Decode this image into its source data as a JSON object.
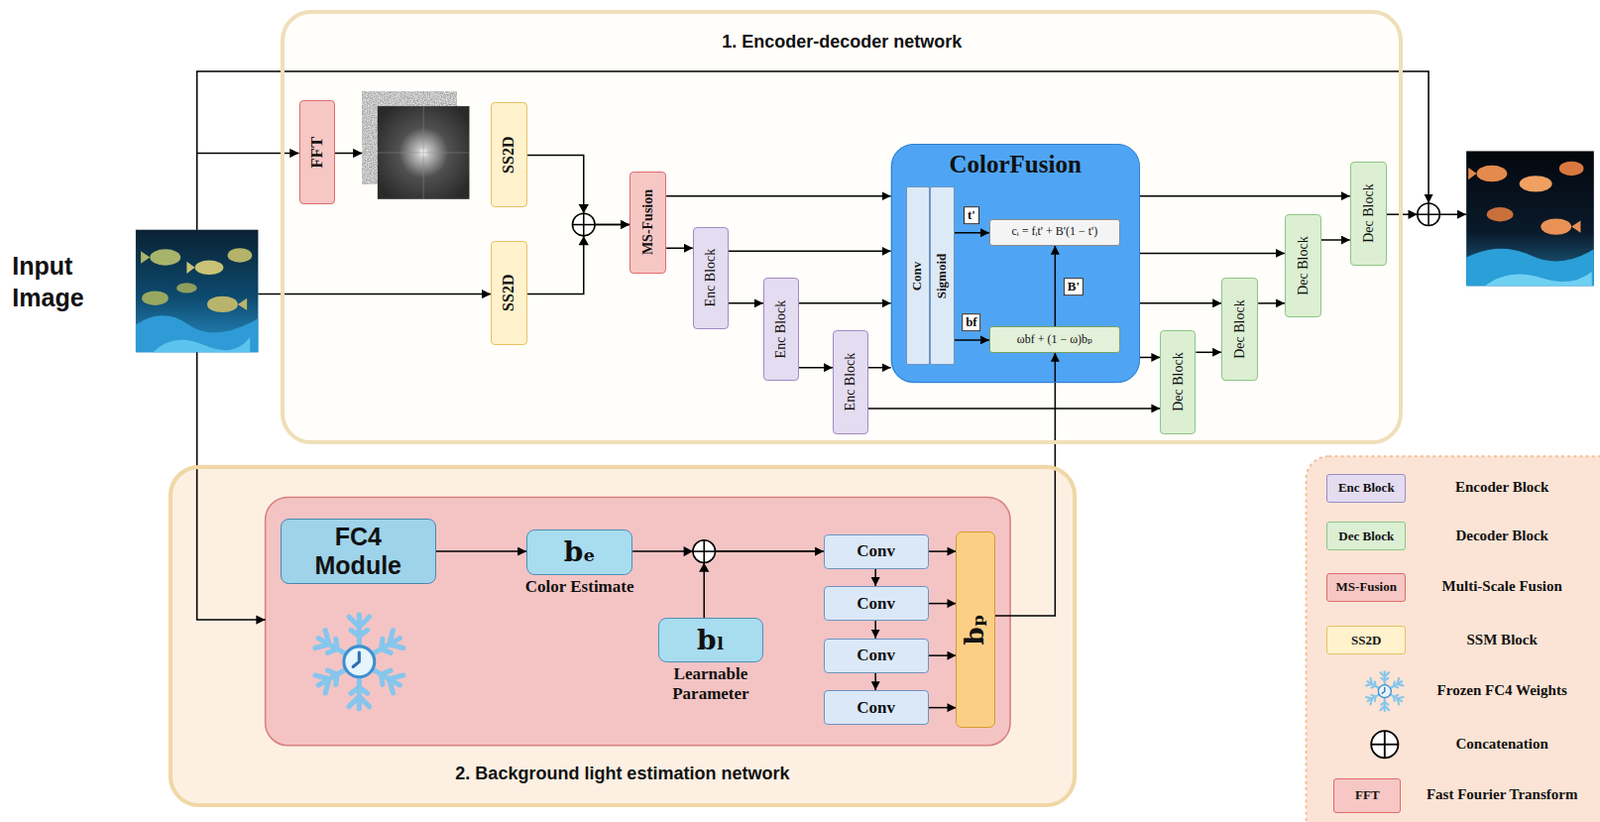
{
  "diagram": {
    "nodes": [
      {
        "text": [
          "1. Encoder-decoder network"
        ]
      },
      {
        "text": [
          "FFT"
        ],
        "in": 0
      },
      {
        "text": [
          "SS2D"
        ],
        "in": 0
      },
      {
        "text": [
          "SS2D"
        ],
        "in": 0
      },
      {
        "text": [
          "MS-Fusion"
        ],
        "in": 0
      },
      {
        "text": [
          "Enc Block"
        ],
        "in": 0
      },
      {
        "text": [
          "Enc Block"
        ],
        "in": 0
      },
      {
        "text": [
          "Enc Block"
        ],
        "in": 0
      },
      {
        "text": [
          "ColorFusion"
        ],
        "in": 0
      },
      {
        "text": [
          "Conv"
        ],
        "in": 8
      },
      {
        "text": [
          "Sigmoid"
        ],
        "in": 8
      },
      {
        "text": [
          "cᵢ = fᵢt' + B'(1 − t')"
        ],
        "in": 8
      },
      {
        "text": [
          "ωbf + (1 − ω)bₚ"
        ],
        "in": 8
      },
      {
        "text": [
          "Dec Block"
        ],
        "in": 0
      },
      {
        "text": [
          "Dec Block"
        ],
        "in": 0
      },
      {
        "text": [
          "Dec Block"
        ],
        "in": 0
      },
      {
        "text": [
          "Dec Block"
        ],
        "in": 0
      },
      {
        "text": [
          "2. Background light estimation network"
        ]
      },
      {
        "text": [
          "FC4 Module"
        ],
        "in": 17
      },
      {
        "text": [
          "bₑ",
          "Color Estimate"
        ],
        "in": 17
      },
      {
        "text": [
          "bₗ",
          "Learnable Parameter"
        ],
        "in": 17
      },
      {
        "text": [
          "Conv"
        ],
        "in": 17
      },
      {
        "text": [
          "Conv"
        ],
        "in": 17
      },
      {
        "text": [
          "Conv"
        ],
        "in": 17
      },
      {
        "text": [
          "Conv"
        ],
        "in": 17
      },
      {
        "text": [
          "bₚ"
        ],
        "in": 17
      }
    ],
    "edges": [
      {
        "from": 2,
        "to": 4,
        "arrow": "to"
      },
      {
        "from": 3,
        "to": 4,
        "arrow": "to"
      },
      {
        "from": 4,
        "to": 8,
        "arrow": "to"
      },
      {
        "from": 4,
        "to": 5,
        "arrow": "to"
      },
      {
        "from": 5,
        "to": 8,
        "arrow": "to"
      },
      {
        "from": 5,
        "to": 6,
        "arrow": "to"
      },
      {
        "from": 6,
        "to": 8,
        "arrow": "to"
      },
      {
        "from": 6,
        "to": 7,
        "arrow": "to"
      },
      {
        "from": 7,
        "to": 8,
        "arrow": "to"
      },
      {
        "from": 7,
        "to": 13,
        "arrow": "to"
      },
      {
        "from": 8,
        "to": 16,
        "arrow": "to"
      },
      {
        "from": 8,
        "to": 15,
        "arrow": "to"
      },
      {
        "from": 8,
        "to": 14,
        "arrow": "to"
      },
      {
        "from": 8,
        "to": 13,
        "arrow": "to"
      },
      {
        "from": 13,
        "to": 14,
        "arrow": "to"
      },
      {
        "from": 14,
        "to": 15,
        "arrow": "to"
      },
      {
        "from": 15,
        "to": 16,
        "arrow": "to"
      },
      {
        "from": 10,
        "to": 11,
        "label": "t'",
        "arrow": "to"
      },
      {
        "from": 10,
        "to": 12,
        "label": "bf",
        "arrow": "to"
      },
      {
        "from": 12,
        "to": 11,
        "label": "B'",
        "arrow": "to"
      },
      {
        "from": 25,
        "to": 12,
        "arrow": "to"
      },
      {
        "from": 18,
        "to": 19,
        "arrow": "to"
      },
      {
        "from": 19,
        "to": 21,
        "arrow": "to"
      },
      {
        "from": 20,
        "to": 21,
        "arrow": "to"
      },
      {
        "from": 21,
        "to": 25,
        "arrow": "to"
      },
      {
        "from": 22,
        "to": 25,
        "arrow": "to"
      },
      {
        "from": 23,
        "to": 25,
        "arrow": "to"
      },
      {
        "from": 24,
        "to": 25,
        "arrow": "to"
      },
      {
        "from": 21,
        "to": 22,
        "arrow": "to"
      },
      {
        "from": 22,
        "to": 23,
        "arrow": "to"
      },
      {
        "from": 23,
        "to": 24,
        "arrow": "to"
      }
    ],
    "labels": [
      "Input Image",
      "Enc Block",
      "Dec Block",
      "MS-Fusion",
      "SS2D",
      "FFT"
    ],
    "legend": [
      {
        "text": "Encoder Block",
        "color": "#e4dcf0"
      },
      {
        "text": "Decoder Block",
        "color": "#dcefd3"
      },
      {
        "text": "Multi-Scale Fusion",
        "color": "#f6c7c4"
      },
      {
        "text": "SSM Block",
        "color": "#fff2cc"
      },
      {
        "text": "Frozen FC4 Weights"
      },
      {
        "text": "Concatenation"
      },
      {
        "text": "Fast Fourier Transform",
        "color": "#f6c7c4"
      }
    ]
  }
}
